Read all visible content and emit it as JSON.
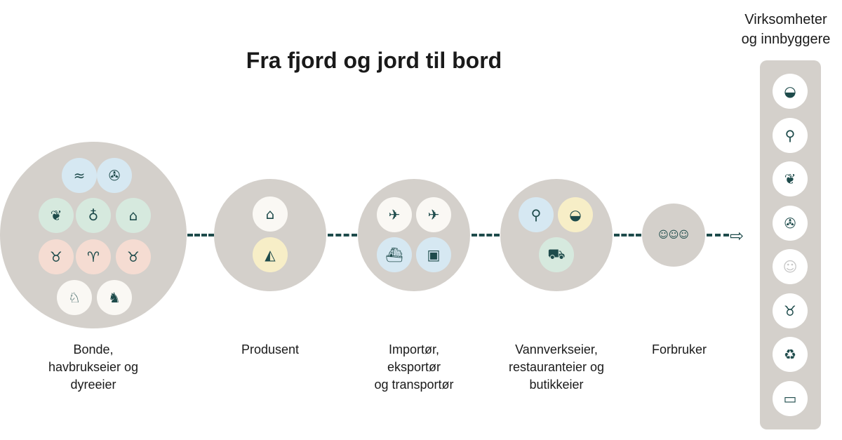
{
  "title": "Fra fjord og jord til bord",
  "panel": {
    "title_line1": "Virksomheter",
    "title_line2": "og innbyggere",
    "icons": [
      "food-bowl",
      "water-tap",
      "grain",
      "fish",
      "person",
      "pig",
      "recycle",
      "money"
    ]
  },
  "stages": [
    {
      "label": [
        "Bonde,",
        "havbrukseier og",
        "dyreeier"
      ],
      "icons": [
        "waves",
        "fish",
        "grain",
        "apple",
        "silo",
        "pig",
        "sheep",
        "cow",
        "dog",
        "cat"
      ]
    },
    {
      "label": [
        "Produsent"
      ],
      "icons": [
        "factory",
        "cheese"
      ]
    },
    {
      "label": [
        "Importør,",
        "eksportør",
        "og transportør"
      ],
      "icons": [
        "plane-landing",
        "plane-takeoff",
        "ship",
        "truck"
      ]
    },
    {
      "label": [
        "Vannverkseier,",
        "restauranteier og",
        "butikkeier"
      ],
      "icons": [
        "water-tap",
        "food-bowl",
        "shopping-cart"
      ]
    },
    {
      "label": [
        "Forbruker"
      ],
      "icons": [
        "people"
      ]
    }
  ],
  "colors": {
    "circle": "#d4d0cb",
    "icon": "#1e4b4b",
    "blue": "#d6e8f2",
    "green": "#d6e9de",
    "pink": "#f5dcd2",
    "cream": "#faf8f4",
    "yellow": "#f7eec7"
  }
}
